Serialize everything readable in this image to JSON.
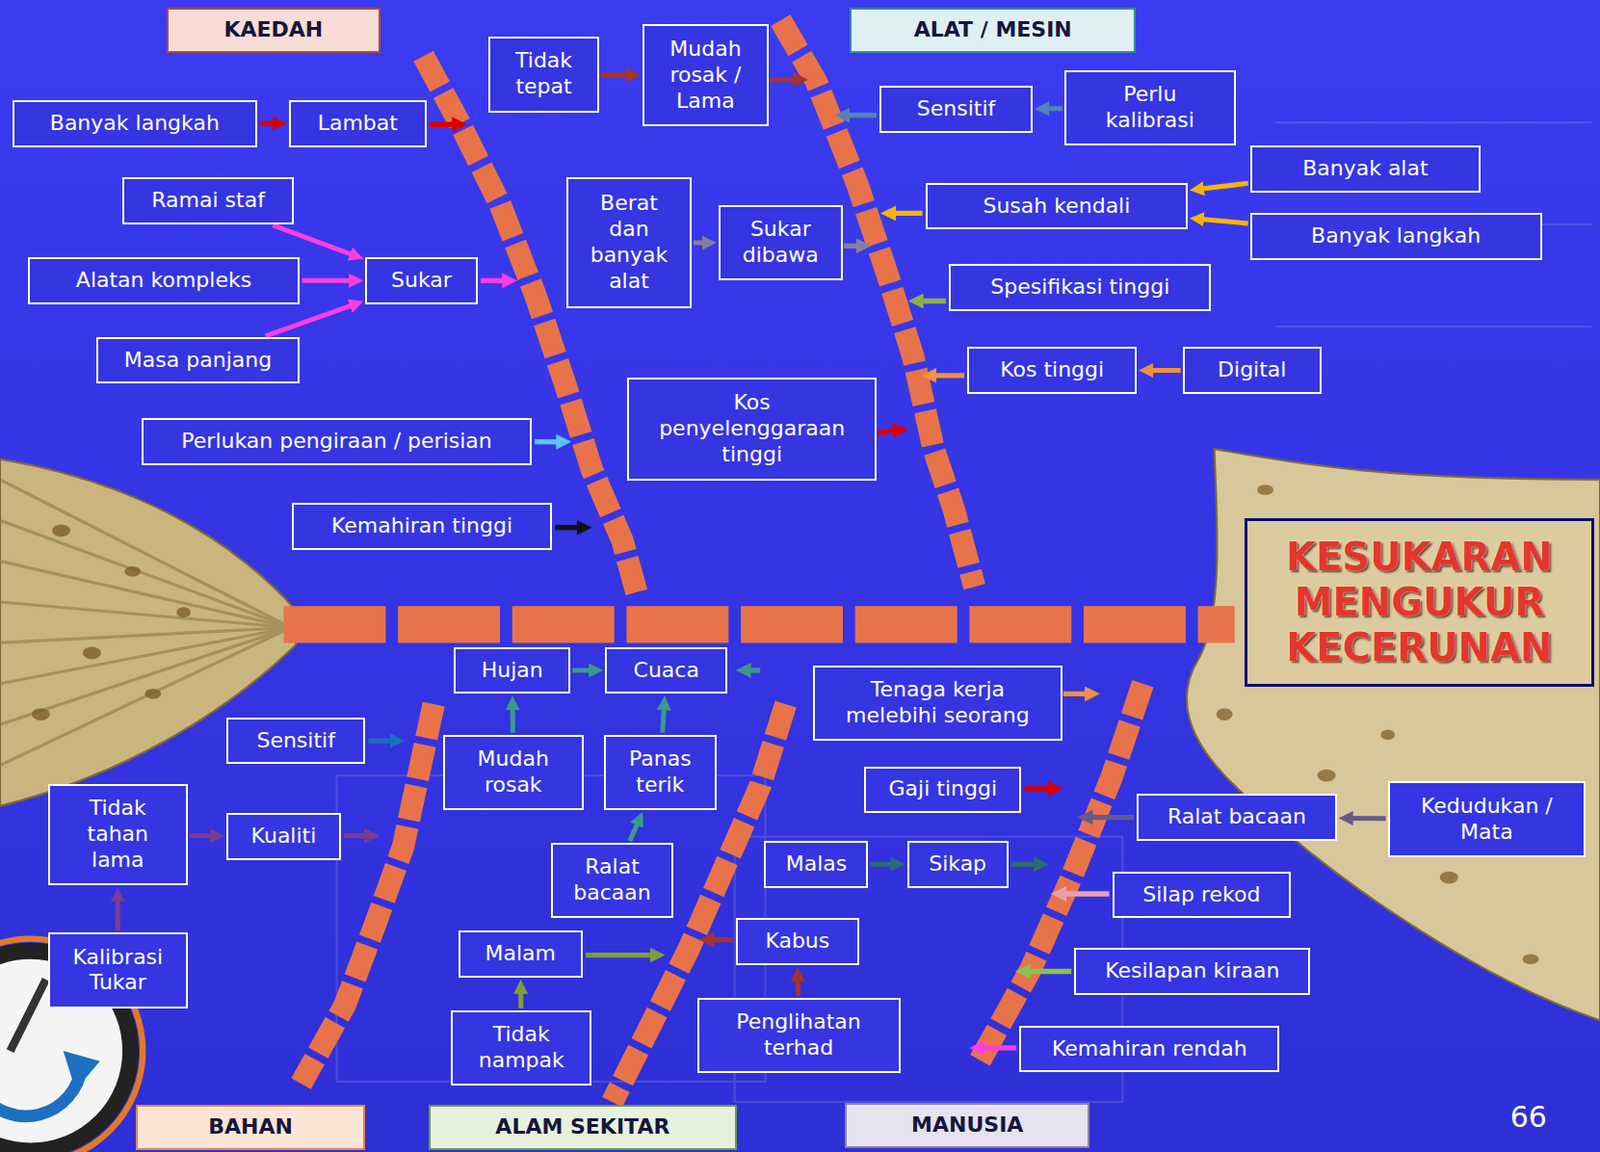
{
  "diagram": {
    "nodes": [
      {
        "text": [
          "KAEDAH"
        ]
      },
      {
        "text": [
          "ALAT / MESIN"
        ]
      },
      {
        "text": [
          "Banyak langkah"
        ]
      },
      {
        "text": [
          "Lambat"
        ]
      },
      {
        "text": [
          "Tidak tepat"
        ]
      },
      {
        "text": [
          "Mudah rosak / Lama"
        ]
      },
      {
        "text": [
          "Sensitif"
        ]
      },
      {
        "text": [
          "Perlu kalibrasi"
        ]
      },
      {
        "text": [
          "Banyak alat"
        ]
      },
      {
        "text": [
          "Ramai staf"
        ]
      },
      {
        "text": [
          "Susah kendali"
        ]
      },
      {
        "text": [
          "Berat dan banyak alat"
        ]
      },
      {
        "text": [
          "Sukar dibawa"
        ]
      },
      {
        "text": [
          "Banyak langkah"
        ]
      },
      {
        "text": [
          "Alatan kompleks"
        ]
      },
      {
        "text": [
          "Sukar"
        ]
      },
      {
        "text": [
          "Spesifikasi tinggi"
        ]
      },
      {
        "text": [
          "Masa panjang"
        ]
      },
      {
        "text": [
          "Kos tinggi"
        ]
      },
      {
        "text": [
          "Digital"
        ]
      },
      {
        "text": [
          "Kos penyelenggaraan tinggi"
        ]
      },
      {
        "text": [
          "Perlukan pengiraan / perisian"
        ]
      },
      {
        "text": [
          "Kemahiran tinggi"
        ]
      },
      {
        "text": [
          "KESUKARAN MENGUKUR KECERUNAN"
        ]
      },
      {
        "text": [
          "Hujan"
        ]
      },
      {
        "text": [
          "Cuaca"
        ]
      },
      {
        "text": [
          "Tenaga kerja melebihi seorang"
        ]
      },
      {
        "text": [
          "Sensitif"
        ]
      },
      {
        "text": [
          "Mudah rosak"
        ]
      },
      {
        "text": [
          "Panas terik"
        ]
      },
      {
        "text": [
          "Gaji tinggi"
        ]
      },
      {
        "text": [
          "Tidak tahan lama"
        ]
      },
      {
        "text": [
          "Kualiti"
        ]
      },
      {
        "text": [
          "Ralat bacaan"
        ]
      },
      {
        "text": [
          "Kedudukan / Mata"
        ]
      },
      {
        "text": [
          "Ralat bacaan"
        ]
      },
      {
        "text": [
          "Malas"
        ]
      },
      {
        "text": [
          "Sikap"
        ]
      },
      {
        "text": [
          "Silap rekod"
        ]
      },
      {
        "text": [
          "Malam"
        ]
      },
      {
        "text": [
          "Kabus"
        ]
      },
      {
        "text": [
          "Kalibrasi Tukar"
        ]
      },
      {
        "text": [
          "Kesilapan kiraan"
        ]
      },
      {
        "text": [
          "Tidak nampak"
        ]
      },
      {
        "text": [
          "Penglihatan terhad"
        ]
      },
      {
        "text": [
          "Kemahiran rendah"
        ]
      },
      {
        "text": [
          "BAHAN"
        ]
      },
      {
        "text": [
          "ALAM SEKITAR"
        ]
      },
      {
        "text": [
          "MANUSIA"
        ]
      }
    ],
    "edges": [
      {
        "from": 2,
        "to": 3,
        "arrow": "to"
      },
      {
        "from": 4,
        "to": 5,
        "arrow": "to"
      },
      {
        "from": 7,
        "to": 6,
        "arrow": "to"
      },
      {
        "from": 8,
        "to": 10,
        "arrow": "to"
      },
      {
        "from": 13,
        "to": 10,
        "arrow": "to"
      },
      {
        "from": 9,
        "to": 15,
        "arrow": "to"
      },
      {
        "from": 14,
        "to": 15,
        "arrow": "to"
      },
      {
        "from": 17,
        "to": 15,
        "arrow": "to"
      },
      {
        "from": 11,
        "to": 12,
        "arrow": "to"
      },
      {
        "from": 19,
        "to": 18,
        "arrow": "to"
      },
      {
        "from": 28,
        "to": 24,
        "arrow": "to"
      },
      {
        "from": 24,
        "to": 25,
        "arrow": "to"
      },
      {
        "from": 29,
        "to": 25,
        "arrow": "to"
      },
      {
        "from": 35,
        "to": 29,
        "arrow": "to"
      },
      {
        "from": 41,
        "to": 31,
        "arrow": "to"
      },
      {
        "from": 31,
        "to": 32,
        "arrow": "to"
      },
      {
        "from": 43,
        "to": 39,
        "arrow": "to"
      },
      {
        "from": 44,
        "to": 40,
        "arrow": "to"
      },
      {
        "from": 36,
        "to": 37,
        "arrow": "to"
      },
      {
        "from": 34,
        "to": 33,
        "arrow": "to"
      }
    ],
    "labels": [
      "66"
    ]
  }
}
